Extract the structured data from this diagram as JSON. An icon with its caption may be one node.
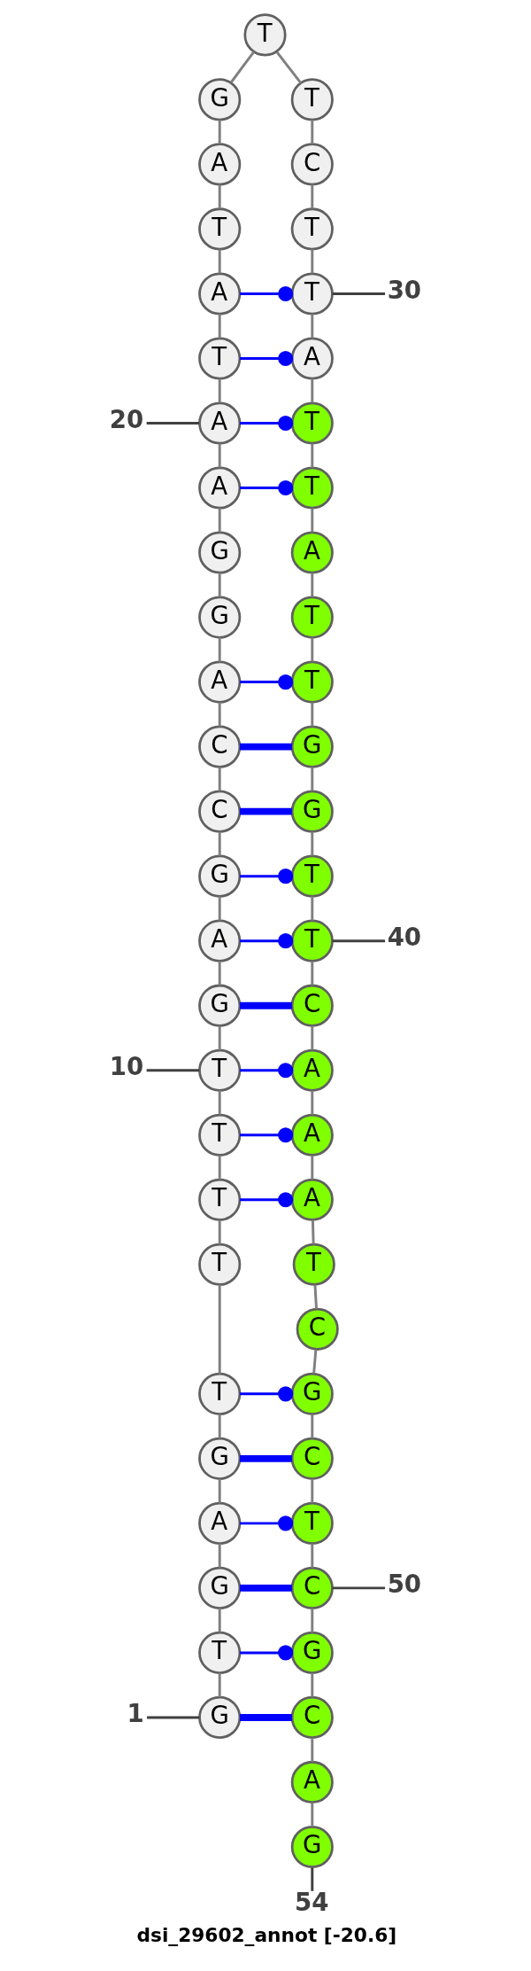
{
  "diagram": {
    "caption": "dsi_29602_annot [-20.6]",
    "nodes": [
      {
        "text": [
          "G"
        ]
      },
      {
        "text": [
          "T"
        ]
      },
      {
        "text": [
          "G"
        ]
      },
      {
        "text": [
          "A"
        ]
      },
      {
        "text": [
          "G"
        ]
      },
      {
        "text": [
          "T"
        ]
      },
      {
        "text": [
          "T"
        ]
      },
      {
        "text": [
          "T"
        ]
      },
      {
        "text": [
          "T"
        ]
      },
      {
        "text": [
          "T"
        ]
      },
      {
        "text": [
          "G"
        ]
      },
      {
        "text": [
          "A"
        ]
      },
      {
        "text": [
          "G"
        ]
      },
      {
        "text": [
          "C"
        ]
      },
      {
        "text": [
          "C"
        ]
      },
      {
        "text": [
          "A"
        ]
      },
      {
        "text": [
          "G"
        ]
      },
      {
        "text": [
          "G"
        ]
      },
      {
        "text": [
          "A"
        ]
      },
      {
        "text": [
          "A"
        ]
      },
      {
        "text": [
          "T"
        ]
      },
      {
        "text": [
          "A"
        ]
      },
      {
        "text": [
          "T"
        ]
      },
      {
        "text": [
          "A"
        ]
      },
      {
        "text": [
          "G"
        ]
      },
      {
        "text": [
          "T"
        ]
      },
      {
        "text": [
          "T"
        ]
      },
      {
        "text": [
          "C"
        ]
      },
      {
        "text": [
          "T"
        ]
      },
      {
        "text": [
          "T"
        ]
      },
      {
        "text": [
          "A"
        ]
      },
      {
        "text": [
          "T"
        ]
      },
      {
        "text": [
          "T"
        ]
      },
      {
        "text": [
          "A"
        ]
      },
      {
        "text": [
          "T"
        ]
      },
      {
        "text": [
          "T"
        ]
      },
      {
        "text": [
          "G"
        ]
      },
      {
        "text": [
          "G"
        ]
      },
      {
        "text": [
          "T"
        ]
      },
      {
        "text": [
          "T"
        ]
      },
      {
        "text": [
          "C"
        ]
      },
      {
        "text": [
          "A"
        ]
      },
      {
        "text": [
          "A"
        ]
      },
      {
        "text": [
          "A"
        ]
      },
      {
        "text": [
          "T"
        ]
      },
      {
        "text": [
          "C"
        ]
      },
      {
        "text": [
          "G"
        ]
      },
      {
        "text": [
          "C"
        ]
      },
      {
        "text": [
          "T"
        ]
      },
      {
        "text": [
          "C"
        ]
      },
      {
        "text": [
          "G"
        ]
      },
      {
        "text": [
          "C"
        ]
      },
      {
        "text": [
          "A"
        ]
      },
      {
        "text": [
          "G"
        ]
      },
      {
        "text": [
          "1"
        ]
      },
      {
        "text": [
          "10"
        ]
      },
      {
        "text": [
          "20"
        ]
      },
      {
        "text": [
          "30"
        ]
      },
      {
        "text": [
          "40"
        ]
      },
      {
        "text": [
          "50"
        ]
      },
      {
        "text": [
          "54"
        ]
      }
    ],
    "edges": [
      {
        "from": 0,
        "to": 1,
        "arrow": "none"
      },
      {
        "from": 1,
        "to": 2,
        "arrow": "none"
      },
      {
        "from": 2,
        "to": 3,
        "arrow": "none"
      },
      {
        "from": 3,
        "to": 4,
        "arrow": "none"
      },
      {
        "from": 4,
        "to": 5,
        "arrow": "none"
      },
      {
        "from": 5,
        "to": 6,
        "arrow": "none"
      },
      {
        "from": 6,
        "to": 7,
        "arrow": "none"
      },
      {
        "from": 7,
        "to": 8,
        "arrow": "none"
      },
      {
        "from": 8,
        "to": 9,
        "arrow": "none"
      },
      {
        "from": 9,
        "to": 10,
        "arrow": "none"
      },
      {
        "from": 10,
        "to": 11,
        "arrow": "none"
      },
      {
        "from": 11,
        "to": 12,
        "arrow": "none"
      },
      {
        "from": 12,
        "to": 13,
        "arrow": "none"
      },
      {
        "from": 13,
        "to": 14,
        "arrow": "none"
      },
      {
        "from": 14,
        "to": 15,
        "arrow": "none"
      },
      {
        "from": 15,
        "to": 16,
        "arrow": "none"
      },
      {
        "from": 16,
        "to": 17,
        "arrow": "none"
      },
      {
        "from": 17,
        "to": 18,
        "arrow": "none"
      },
      {
        "from": 18,
        "to": 19,
        "arrow": "none"
      },
      {
        "from": 19,
        "to": 20,
        "arrow": "none"
      },
      {
        "from": 20,
        "to": 21,
        "arrow": "none"
      },
      {
        "from": 21,
        "to": 22,
        "arrow": "none"
      },
      {
        "from": 22,
        "to": 23,
        "arrow": "none"
      },
      {
        "from": 23,
        "to": 24,
        "arrow": "none"
      },
      {
        "from": 24,
        "to": 25,
        "arrow": "none"
      },
      {
        "from": 26,
        "to": 25,
        "arrow": "none"
      },
      {
        "from": 27,
        "to": 26,
        "arrow": "none"
      },
      {
        "from": 28,
        "to": 27,
        "arrow": "none"
      },
      {
        "from": 29,
        "to": 28,
        "arrow": "none"
      },
      {
        "from": 30,
        "to": 29,
        "arrow": "none"
      },
      {
        "from": 31,
        "to": 30,
        "arrow": "none"
      },
      {
        "from": 32,
        "to": 31,
        "arrow": "none"
      },
      {
        "from": 33,
        "to": 32,
        "arrow": "none"
      },
      {
        "from": 34,
        "to": 33,
        "arrow": "none"
      },
      {
        "from": 35,
        "to": 34,
        "arrow": "none"
      },
      {
        "from": 36,
        "to": 35,
        "arrow": "none"
      },
      {
        "from": 37,
        "to": 36,
        "arrow": "none"
      },
      {
        "from": 38,
        "to": 37,
        "arrow": "none"
      },
      {
        "from": 39,
        "to": 38,
        "arrow": "none"
      },
      {
        "from": 40,
        "to": 39,
        "arrow": "none"
      },
      {
        "from": 41,
        "to": 40,
        "arrow": "none"
      },
      {
        "from": 42,
        "to": 41,
        "arrow": "none"
      },
      {
        "from": 43,
        "to": 42,
        "arrow": "none"
      },
      {
        "from": 44,
        "to": 43,
        "arrow": "none"
      },
      {
        "from": 45,
        "to": 44,
        "arrow": "none"
      },
      {
        "from": 46,
        "to": 45,
        "arrow": "none"
      },
      {
        "from": 47,
        "to": 46,
        "arrow": "none"
      },
      {
        "from": 48,
        "to": 47,
        "arrow": "none"
      },
      {
        "from": 49,
        "to": 48,
        "arrow": "none"
      },
      {
        "from": 50,
        "to": 49,
        "arrow": "none"
      },
      {
        "from": 51,
        "to": 50,
        "arrow": "none"
      },
      {
        "from": 52,
        "to": 51,
        "arrow": "none"
      },
      {
        "from": 53,
        "to": 52,
        "arrow": "none"
      },
      {
        "from": 0,
        "to": 51,
        "arrow": "none",
        "style": "thick",
        "color": "#0000ff"
      },
      {
        "from": 1,
        "to": 50,
        "arrow": "other",
        "color": "#0000ff"
      },
      {
        "from": 2,
        "to": 49,
        "arrow": "none",
        "style": "thick",
        "color": "#0000ff"
      },
      {
        "from": 3,
        "to": 48,
        "arrow": "other",
        "color": "#0000ff"
      },
      {
        "from": 4,
        "to": 47,
        "arrow": "none",
        "style": "thick",
        "color": "#0000ff"
      },
      {
        "from": 5,
        "to": 46,
        "arrow": "other",
        "color": "#0000ff"
      },
      {
        "from": 7,
        "to": 43,
        "arrow": "other",
        "color": "#0000ff"
      },
      {
        "from": 8,
        "to": 42,
        "arrow": "other",
        "color": "#0000ff"
      },
      {
        "from": 9,
        "to": 41,
        "arrow": "other",
        "color": "#0000ff"
      },
      {
        "from": 10,
        "to": 40,
        "arrow": "none",
        "style": "thick",
        "color": "#0000ff"
      },
      {
        "from": 11,
        "to": 39,
        "arrow": "other",
        "color": "#0000ff"
      },
      {
        "from": 12,
        "to": 38,
        "arrow": "other",
        "color": "#0000ff"
      },
      {
        "from": 13,
        "to": 37,
        "arrow": "none",
        "style": "thick",
        "color": "#0000ff"
      },
      {
        "from": 14,
        "to": 36,
        "arrow": "none",
        "style": "thick",
        "color": "#0000ff"
      },
      {
        "from": 15,
        "to": 35,
        "arrow": "other",
        "color": "#0000ff"
      },
      {
        "from": 18,
        "to": 32,
        "arrow": "other",
        "color": "#0000ff"
      },
      {
        "from": 19,
        "to": 31,
        "arrow": "other",
        "color": "#0000ff"
      },
      {
        "from": 20,
        "to": 30,
        "arrow": "other",
        "color": "#0000ff"
      },
      {
        "from": 21,
        "to": 29,
        "arrow": "other",
        "color": "#0000ff"
      },
      {
        "from": 54,
        "to": 0,
        "arrow": "none",
        "color": "#404040"
      },
      {
        "from": 55,
        "to": 9,
        "arrow": "none",
        "color": "#404040"
      },
      {
        "from": 56,
        "to": 19,
        "arrow": "none",
        "color": "#404040"
      },
      {
        "from": 29,
        "to": 57,
        "arrow": "none",
        "color": "#404040"
      },
      {
        "from": 39,
        "to": 58,
        "arrow": "none",
        "color": "#404040"
      },
      {
        "from": 49,
        "to": 59,
        "arrow": "none",
        "color": "#404040"
      },
      {
        "from": 60,
        "to": 53,
        "arrow": "none",
        "color": "#404040"
      }
    ]
  }
}
